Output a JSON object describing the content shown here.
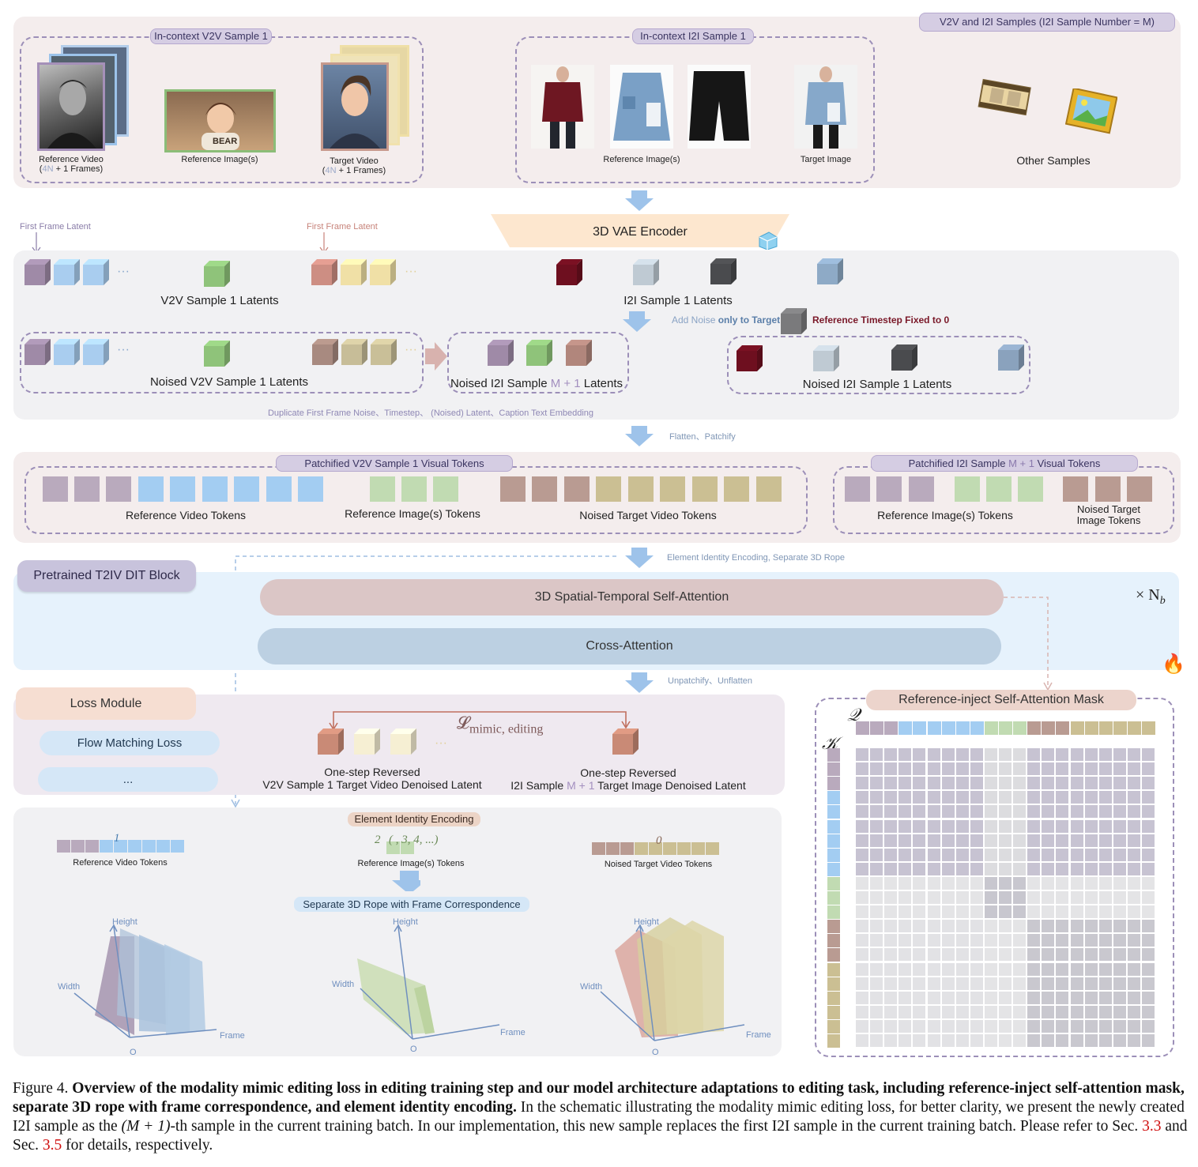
{
  "top_panel": {
    "v2v_group_label": "In-context V2V Sample 1",
    "i2i_group_label": "In-context I2I Sample 1",
    "samples_badge": "V2V and  I2I Samples (I2I  Sample Number = M)",
    "ref_video_caption_line1": "Reference Video",
    "ref_video_caption_4n": "4N",
    "ref_video_caption_rest": " + 1 Frames)",
    "ref_video_caption_open": "(",
    "ref_image_caption": "Reference Image(s)",
    "target_video_caption_line1": "Target Video",
    "target_video_caption_open": "(",
    "target_video_caption_4n": "4N",
    "target_video_caption_rest": " + 1 Frames)",
    "i2i_ref_caption": "Reference Image(s)",
    "i2i_target_caption": "Target Image",
    "other_samples": "Other Samples",
    "bear_text": "BEAR"
  },
  "encoder": {
    "label": "3D VAE Encoder",
    "first_frame_latent_left": "First Frame Latent",
    "first_frame_latent_right": "First Frame Latent"
  },
  "latents": {
    "v2v_label": "V2V Sample 1 Latents",
    "i2i_label": "I2I Sample 1 Latents",
    "dots": "···",
    "add_noise_prefix": "Add Noise ",
    "add_noise_bold": "only to Target",
    "ref_timestep": "Reference Timestep Fixed to 0",
    "noised_v2v_label": "Noised V2V Sample 1 Latents",
    "noised_i2i_m1_prefix": "Noised I2I Sample ",
    "noised_i2i_m1_m": "M + 1",
    "noised_i2i_m1_suffix": " Latents",
    "noised_i2i_1_label": "Noised I2I Sample 1 Latents",
    "duplicate_note": "Duplicate First Frame Noise、Timestep、 (Noised) Latent、Caption Text Embedding"
  },
  "patchify": {
    "arrow_label": "Flatten、Patchify",
    "v2v_group_label": "Patchified V2V Sample 1 Visual Tokens",
    "i2i_group_prefix": "Patchified I2I Sample ",
    "i2i_group_m": "M + 1",
    "i2i_group_suffix": " Visual Tokens",
    "ref_video_tokens": "Reference Video Tokens",
    "ref_image_tokens": "Reference Image(s)  Tokens",
    "noised_target_video_tokens": "Noised Target Video Tokens",
    "i2i_ref_image_tokens": "Reference Image(s)  Tokens",
    "noised_target_image_tokens_l1": "Noised Target",
    "noised_target_image_tokens_l2": "Image Tokens"
  },
  "dit": {
    "arrow_label": "Element Identity Encoding, Separate 3D Rope",
    "block_label": "Pretrained T2IV DIT Block",
    "self_attention": "3D Spatial-Temporal Self-Attention",
    "cross_attention": "Cross-Attention",
    "repeat": "× N",
    "repeat_sub": "b",
    "fire_icon": "🔥"
  },
  "loss": {
    "arrow_label": "Unpatchify、Unflatten",
    "module_label": "Loss Module",
    "flow_matching": "Flow Matching Loss",
    "more": "...",
    "loss_symbol": "𝓛",
    "loss_sub": "mimic, editing",
    "left_l1": "One-step Reversed",
    "left_l2": "V2V Sample 1 Target Video Denoised Latent",
    "right_l1": "One-step Reversed",
    "right_l2_prefix": "I2I Sample ",
    "right_l2_m": "M + 1",
    "right_l2_suffix": " Target Image Denoised Latent",
    "dots": "···"
  },
  "rope": {
    "identity_badge": "Element Identity Encoding",
    "ref_video_tokens": "Reference Video Tokens",
    "ref_image_tokens": "Reference Image(s)  Tokens",
    "noised_target_tokens": "Noised Target Video Tokens",
    "id_1": "1",
    "id_2": "2",
    "id_more": "( , 3, 4, ...)",
    "id_0": "0",
    "separate_badge": "Separate 3D Rope with Frame Correspondence",
    "height": "Height",
    "width": "Width",
    "frame": "Frame",
    "origin": "O"
  },
  "mask": {
    "title": "Reference-inject Self-Attention Mask",
    "q_label": "𝒬",
    "k_label": "𝒦"
  },
  "caption": {
    "prefix": "Figure 4. ",
    "bold": "Overview of the modality mimic editing loss in editing training step and our model architecture adaptations to editing task, including reference-inject self-attention mask, separate 3D rope with frame correspondence, and element identity encoding.",
    "body1": " In the schematic illustrating the modality mimic editing loss, for better clarity, we present the newly created I2I sample as the ",
    "math": "(M + 1)",
    "body2": "-th sample in the current training batch. In our implementation, this new sample replaces the first I2I sample in the current training batch. Please refer to Sec. ",
    "ref1": "3.3",
    "body3": " and Sec. ",
    "ref2": "3.5",
    "body4": " for details, respectively."
  },
  "colors": {
    "purple_token": "#b7a8bd",
    "blue_token": "#9ec8ef",
    "green_token": "#bcdcb0",
    "noised_brown": "#bfa59f",
    "noised_olive": "#cfc5a0",
    "m_highlight": "#a38fbf",
    "dark_red": "#6e0f1f"
  }
}
